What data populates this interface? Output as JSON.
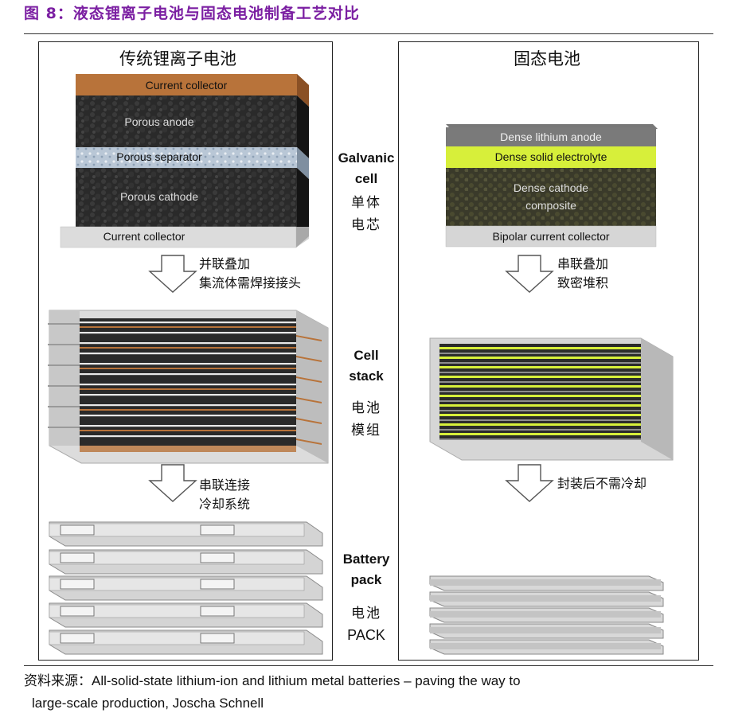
{
  "figure": {
    "title": "图 8：液态锂离子电池与固态电池制备工艺对比"
  },
  "left": {
    "heading": "传统锂离子电池",
    "layers": {
      "top": "Current collector",
      "anode": "Porous anode",
      "separator": "Porous separator",
      "cathode": "Porous cathode",
      "bottom": "Current collector"
    },
    "step1": [
      "并联叠加",
      "集流体需焊接接头"
    ],
    "step2": [
      "串联连接",
      "冷却系统"
    ]
  },
  "right": {
    "heading": "固态电池",
    "layers": {
      "anode": "Dense lithium anode",
      "electrolyte": "Dense solid electrolyte",
      "cathode_1": "Dense cathode",
      "cathode_2": "composite",
      "bottom": "Bipolar current collector"
    },
    "step1": [
      "串联叠加",
      "致密堆积"
    ],
    "step2": [
      "封装后不需冷却"
    ]
  },
  "middle": {
    "galvanic_1": "Galvanic",
    "galvanic_2": "cell",
    "galvanic_zh_1": "单体",
    "galvanic_zh_2": "电芯",
    "stack_1": "Cell",
    "stack_2": "stack",
    "stack_zh_1": "电池",
    "stack_zh_2": "模组",
    "pack_1": "Battery",
    "pack_2": "pack",
    "pack_zh": "电池",
    "pack_en": "PACK"
  },
  "source": {
    "label": "资料来源：",
    "text_1": "All-solid-state lithium-ion and lithium metal batteries – paving the way to",
    "text_2": "large-scale production, Joscha Schnell"
  },
  "colors": {
    "title": "#7b1fa2",
    "copper": "#b8733a",
    "aluminium": "#d4d4d4",
    "electrolyte": "#d7ef3a",
    "active": "#1e1e1e"
  }
}
